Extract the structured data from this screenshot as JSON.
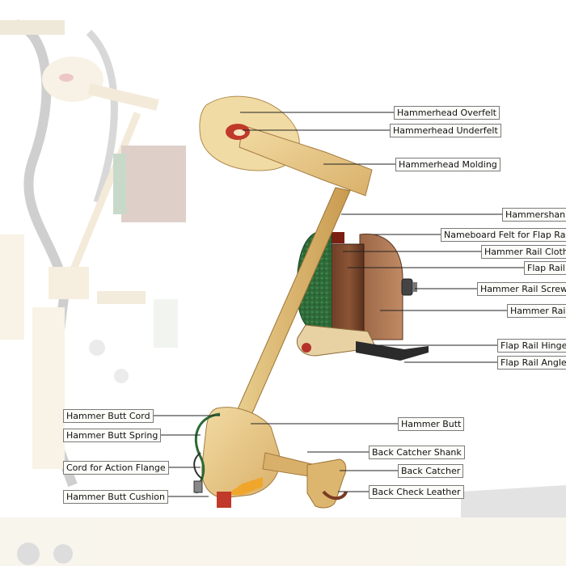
{
  "diagram": {
    "labels_right": [
      {
        "id": "hammerhead-overfelt",
        "text": "Hammerhead Overfelt"
      },
      {
        "id": "hammerhead-underfelt",
        "text": "Hammerhead Underfelt"
      },
      {
        "id": "hammerhead-molding",
        "text": "Hammerhead Molding"
      },
      {
        "id": "hammershank",
        "text": "Hammershank"
      },
      {
        "id": "nameboard-felt",
        "text": "Nameboard Felt for Flap Rail"
      },
      {
        "id": "hammer-rail-cloth",
        "text": "Hammer Rail Cloth"
      },
      {
        "id": "flap-rail",
        "text": "Flap Rail"
      },
      {
        "id": "hammer-rail-screw",
        "text": "Hammer Rail Screw"
      },
      {
        "id": "hammer-rail",
        "text": "Hammer Rail"
      },
      {
        "id": "flap-rail-hinge",
        "text": "Flap Rail Hinge"
      },
      {
        "id": "flap-rail-angle",
        "text": "Flap Rail Angle"
      },
      {
        "id": "hammer-butt",
        "text": "Hammer Butt"
      },
      {
        "id": "back-catcher-shank",
        "text": "Back Catcher Shank"
      },
      {
        "id": "back-catcher",
        "text": "Back Catcher"
      },
      {
        "id": "back-check-leather",
        "text": "Back Check Leather"
      }
    ],
    "labels_left": [
      {
        "id": "hammer-butt-cord",
        "text": "Hammer Butt Cord"
      },
      {
        "id": "hammer-butt-spring",
        "text": "Hammer Butt Spring"
      },
      {
        "id": "cord-for-action-flange",
        "text": "Cord for Action Flange"
      },
      {
        "id": "hammer-butt-cushion",
        "text": "Hammer Butt Cushion"
      }
    ]
  }
}
